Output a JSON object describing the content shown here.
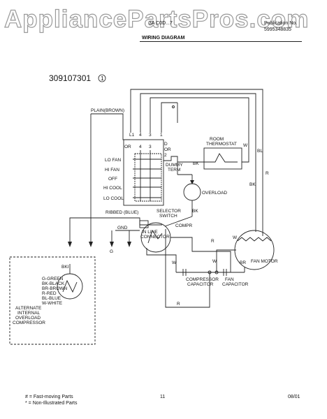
{
  "watermark": "AppliancePartsPros.com",
  "header": {
    "model": "3A C0D...7",
    "publication_label": "Publication No.",
    "publication_number": "5995348835",
    "title": "WIRING DIAGRAM"
  },
  "diagram_id": "309107301",
  "diagram_id_mark": "1",
  "labels": {
    "plain": "PLAIN(BROWN)",
    "l1": "L1",
    "n4": "4",
    "n3": "3",
    "n1": "1",
    "or1": "OR",
    "n4b": "4",
    "n3b": "3",
    "d": "D",
    "or2": "OR",
    "n2": "2",
    "lo_fan": "LO FAN",
    "hi_fan": "HI FAN",
    "off": "OFF",
    "hi_cool": "HI COOL",
    "lo_cool": "LO COOL",
    "dummy": "DUMMY",
    "term": "TERM",
    "room": "ROOM",
    "thermostat": "THERMOSTAT",
    "w1": "W",
    "bl": "BL",
    "bk1": "BK",
    "r1": "R",
    "bk2": "BK",
    "bk3": "BK",
    "overload": "OVERLOAD",
    "ribbed": "RIBBED (BLUE)",
    "selector": "SELECTOR",
    "switch": "SWITCH",
    "gnd": "GND",
    "inline": "IN LINE",
    "connector": "CONNECTOR",
    "g": "G",
    "compr": "COMPR",
    "w2": "W",
    "w3": "W",
    "w4": "W",
    "r2": "R",
    "br": "BR",
    "r3": "R",
    "fan_motor": "FAN MOTOR",
    "comp_cap1": "COMPRESSOR",
    "comp_cap2": "CAPACITOR",
    "fan_cap1": "FAN",
    "fan_cap2": "CAPACITOR",
    "bki": "BKI",
    "legend": [
      "G-GREEN",
      "BK-BLACK",
      "BR-BROWN",
      "R-RED",
      "BL-BLUE",
      "W-WHITE"
    ],
    "alt": [
      "ALTERNATE",
      "INTERNAL",
      "OVERLOAD",
      "COMPRESSOR"
    ]
  },
  "footer": {
    "fast": "# = Fast-moving Parts",
    "non": "* = Non-Illustrated Parts",
    "page": "11",
    "date": "08/01"
  }
}
